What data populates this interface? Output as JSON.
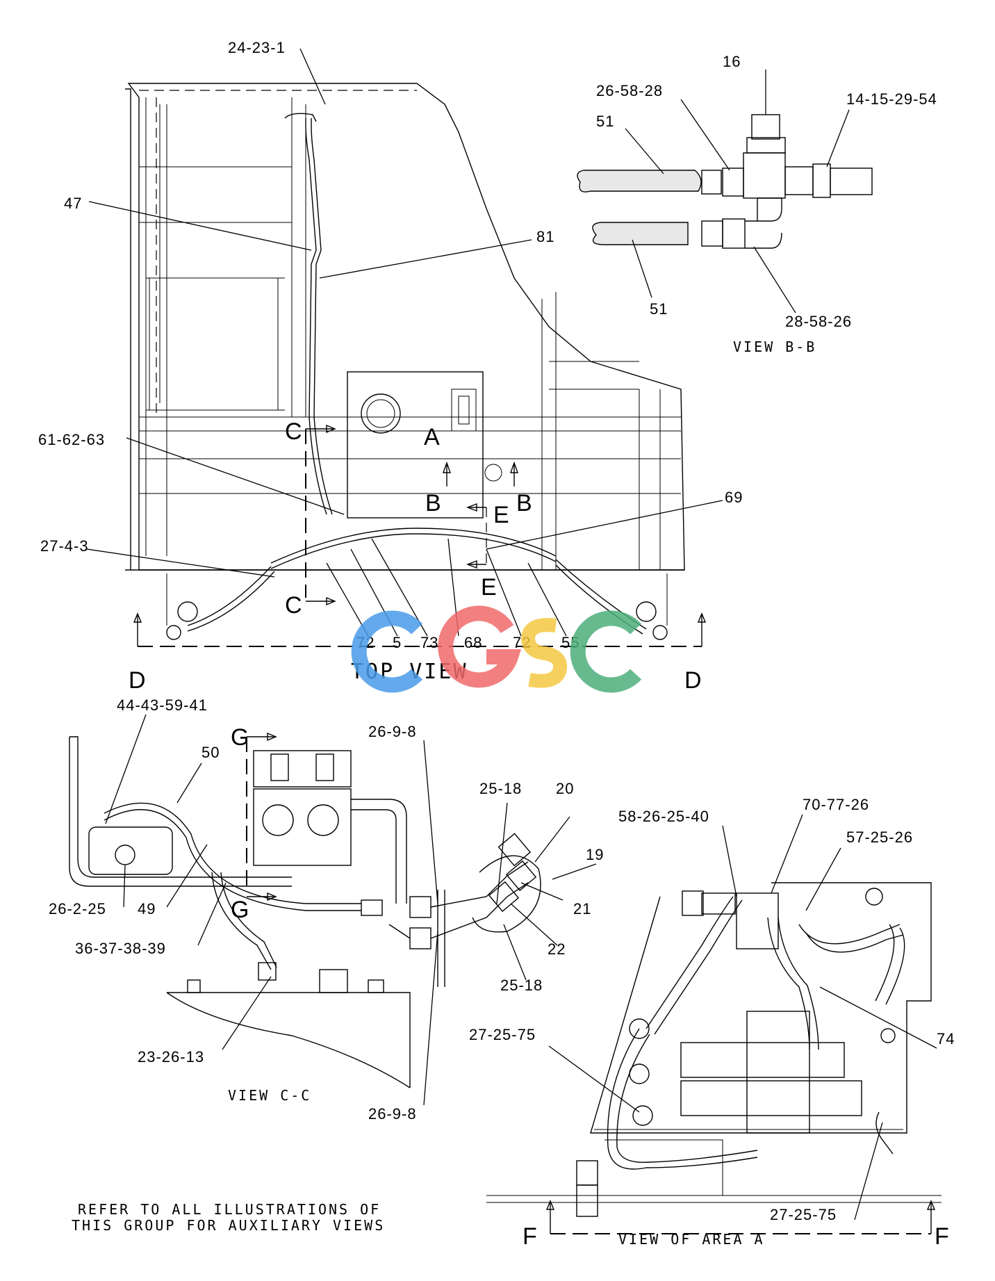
{
  "top_view": {
    "callouts": {
      "c_24_23_1": "24-23-1",
      "c_47": "47",
      "c_81": "81",
      "c_61_62_63": "61-62-63",
      "c_69": "69",
      "c_27_4_3": "27-4-3",
      "c_72a": "72",
      "c_5": "5",
      "c_73": "73",
      "c_68": "68",
      "c_72b": "72",
      "c_55": "55"
    },
    "section_letters": {
      "c_top": "C",
      "c_bottom": "C",
      "a": "A",
      "b_left": "B",
      "b_right": "B",
      "e_top": "E",
      "e_bottom": "E",
      "d_left": "D",
      "d_right": "D"
    },
    "caption": "TOP VIEW"
  },
  "view_bb": {
    "callouts": {
      "c_16": "16",
      "c_26_58_28": "26-58-28",
      "c_14_15_29_54": "14-15-29-54",
      "c_51a": "51",
      "c_51b": "51",
      "c_28_58_26": "28-58-26"
    },
    "caption": "VIEW B-B"
  },
  "view_cc": {
    "callouts": {
      "c_44_43_59_41": "44-43-59-41",
      "c_50": "50",
      "c_26_9_8a": "26-9-8",
      "c_25_18a": "25-18",
      "c_20": "20",
      "c_19": "19",
      "c_21": "21",
      "c_22": "22",
      "c_25_18b": "25-18",
      "c_26_2_25": "26-2-25",
      "c_49": "49",
      "c_36_37_38_39": "36-37-38-39",
      "c_23_26_13": "23-26-13",
      "c_26_9_8b": "26-9-8"
    },
    "section_letters": {
      "g_top": "G",
      "g_bottom": "G"
    },
    "caption": "VIEW C-C"
  },
  "view_area_a": {
    "callouts": {
      "c_58_26_25_40": "58-26-25-40",
      "c_70_77_26": "70-77-26",
      "c_57_25_26": "57-25-26",
      "c_74": "74",
      "c_27_25_75a": "27-25-75",
      "c_27_25_75b": "27-25-75"
    },
    "section_letters": {
      "f_left": "F",
      "f_right": "F"
    },
    "caption": "VIEW OF AREA A"
  },
  "note": {
    "line1": "REFER TO ALL ILLUSTRATIONS OF",
    "line2": "THIS GROUP FOR AUXILIARY VIEWS"
  },
  "watermark": {
    "text": "CGSC",
    "colors": [
      "#4a9be8",
      "#f06a6a",
      "#f5c842",
      "#4caf7a"
    ]
  }
}
